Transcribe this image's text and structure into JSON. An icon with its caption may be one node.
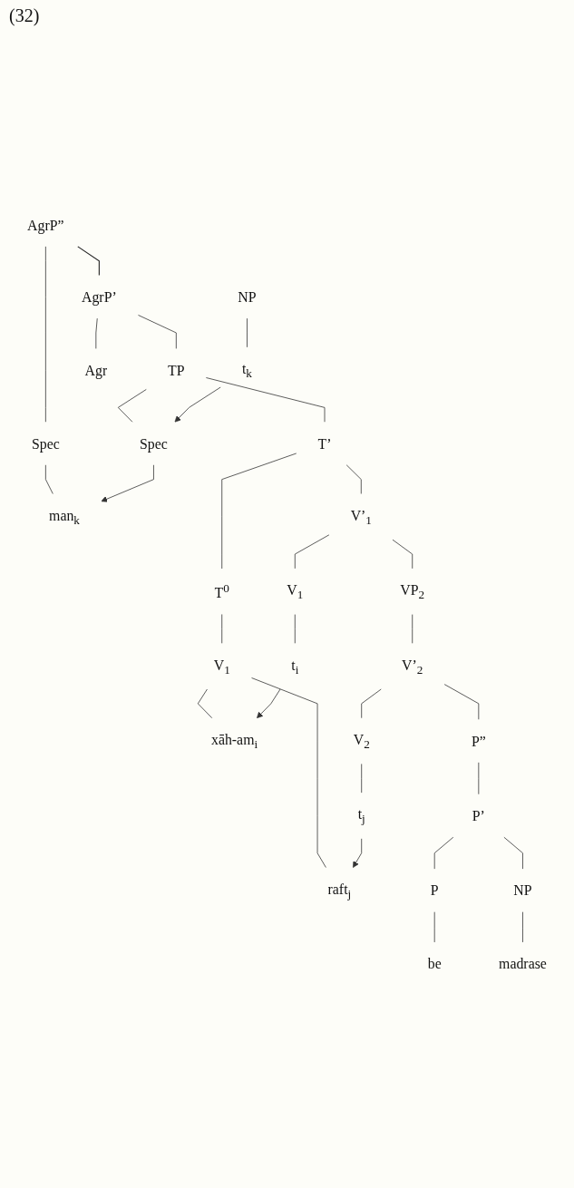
{
  "diagram": {
    "nodes": [
      {
        "text": [
          "AgrP”"
        ]
      },
      {
        "text": [
          "Spec"
        ]
      },
      {
        "text": [
          "AgrP’"
        ]
      },
      {
        "text": [
          "man$_{k}$"
        ]
      },
      {
        "text": [
          "TP"
        ]
      },
      {
        "text": [
          "Agr"
        ]
      },
      {
        "text": [
          "Spec"
        ]
      },
      {
        "text": [
          "T’"
        ]
      },
      {
        "text": [
          "V’$_{1}$"
        ]
      },
      {
        "text": [
          "T$^{0}$"
        ]
      },
      {
        "text": [
          "V$_{1}$"
        ]
      },
      {
        "text": [
          "VP$_{2}$"
        ]
      },
      {
        "text": [
          "V$_{1}$"
        ]
      },
      {
        "text": [
          "t$_{i}$"
        ]
      },
      {
        "text": [
          "xāh-am$_{i}$"
        ]
      },
      {
        "text": [
          "raft$_{j}$"
        ]
      },
      {
        "text": [
          "NP"
        ]
      },
      {
        "text": [
          "V’$_{2}$"
        ]
      },
      {
        "text": [
          "t$_{k}$"
        ]
      },
      {
        "text": [
          "P”"
        ]
      },
      {
        "text": [
          "V$_{2}$"
        ]
      },
      {
        "text": [
          "P’"
        ]
      },
      {
        "text": [
          "t$_{j}$"
        ]
      },
      {
        "text": [
          "P"
        ]
      },
      {
        "text": [
          "NP"
        ]
      },
      {
        "text": [
          "be"
        ]
      },
      {
        "text": [
          "madrase"
        ]
      }
    ],
    "edges": [
      {
        "from": 0,
        "to": 1,
        "arrow": "none"
      },
      {
        "from": 0,
        "to": 2,
        "arrow": "none"
      },
      {
        "from": 1,
        "to": 3,
        "arrow": "none"
      },
      {
        "from": 2,
        "to": 4,
        "arrow": "none"
      },
      {
        "from": 2,
        "to": 5,
        "arrow": "none"
      },
      {
        "from": 4,
        "to": 6,
        "arrow": "none"
      },
      {
        "from": 4,
        "to": 7,
        "arrow": "none"
      },
      {
        "from": 7,
        "to": 8,
        "arrow": "none"
      },
      {
        "from": 7,
        "to": 9,
        "arrow": "none"
      },
      {
        "from": 8,
        "to": 10,
        "arrow": "none"
      },
      {
        "from": 8,
        "to": 11,
        "arrow": "none"
      },
      {
        "from": 9,
        "to": 12,
        "arrow": "none"
      },
      {
        "from": 10,
        "to": 13,
        "arrow": "none"
      },
      {
        "from": 11,
        "to": 17,
        "arrow": "none"
      },
      {
        "from": 12,
        "to": 14,
        "arrow": "none"
      },
      {
        "from": 12,
        "to": 15,
        "arrow": "none"
      },
      {
        "from": 16,
        "to": 18,
        "arrow": "none"
      },
      {
        "from": 17,
        "to": 19,
        "arrow": "none"
      },
      {
        "from": 17,
        "to": 20,
        "arrow": "none"
      },
      {
        "from": 19,
        "to": 21,
        "arrow": "none"
      },
      {
        "from": 20,
        "to": 22,
        "arrow": "none"
      },
      {
        "from": 21,
        "to": 23,
        "arrow": "none"
      },
      {
        "from": 21,
        "to": 24,
        "arrow": "none"
      },
      {
        "from": 23,
        "to": 25,
        "arrow": "none"
      },
      {
        "from": 24,
        "to": 26,
        "arrow": "none"
      },
      {
        "from": 18,
        "to": 6,
        "arrow": "to"
      },
      {
        "from": 6,
        "to": 3,
        "arrow": "to"
      },
      {
        "from": 13,
        "to": 14,
        "arrow": "to"
      },
      {
        "from": 22,
        "to": 15,
        "arrow": "to"
      }
    ],
    "labels": [
      "(32)"
    ]
  }
}
